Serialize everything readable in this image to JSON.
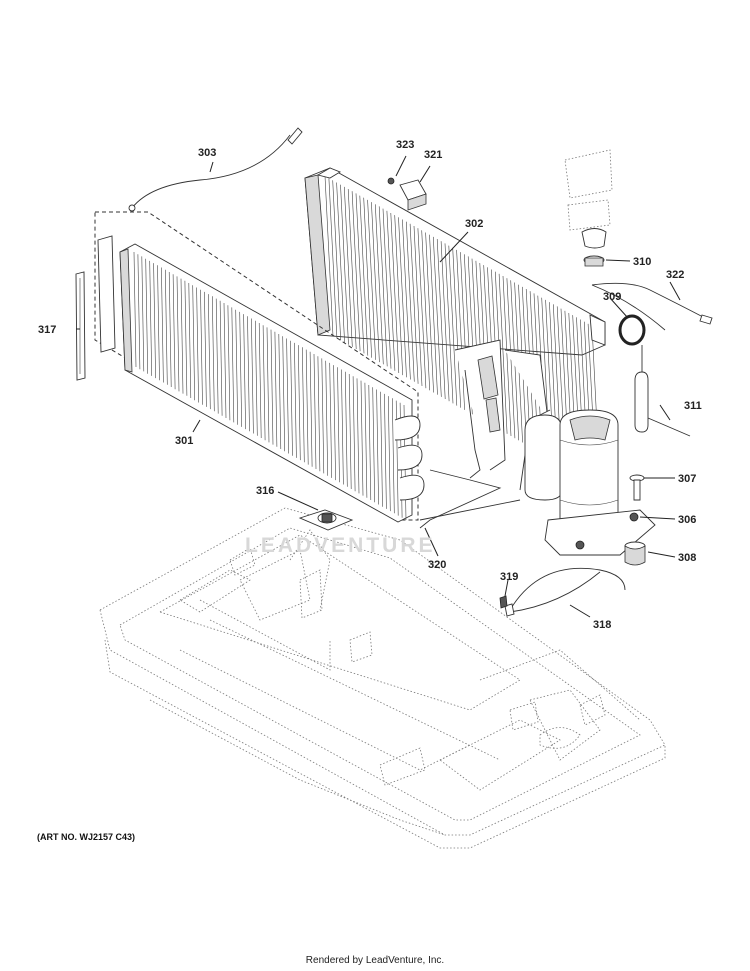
{
  "callouts": {
    "c301": "301",
    "c302": "302",
    "c303": "303",
    "c306": "306",
    "c307": "307",
    "c308": "308",
    "c309": "309",
    "c310": "310",
    "c311": "311",
    "c316": "316",
    "c317": "317",
    "c318": "318",
    "c319": "319",
    "c320": "320",
    "c321": "321",
    "c322": "322",
    "c323": "323"
  },
  "art_number": "(ART NO. WJ2157 C43)",
  "watermark": "LEADVENTURE",
  "footer": "Rendered by LeadVenture, Inc."
}
